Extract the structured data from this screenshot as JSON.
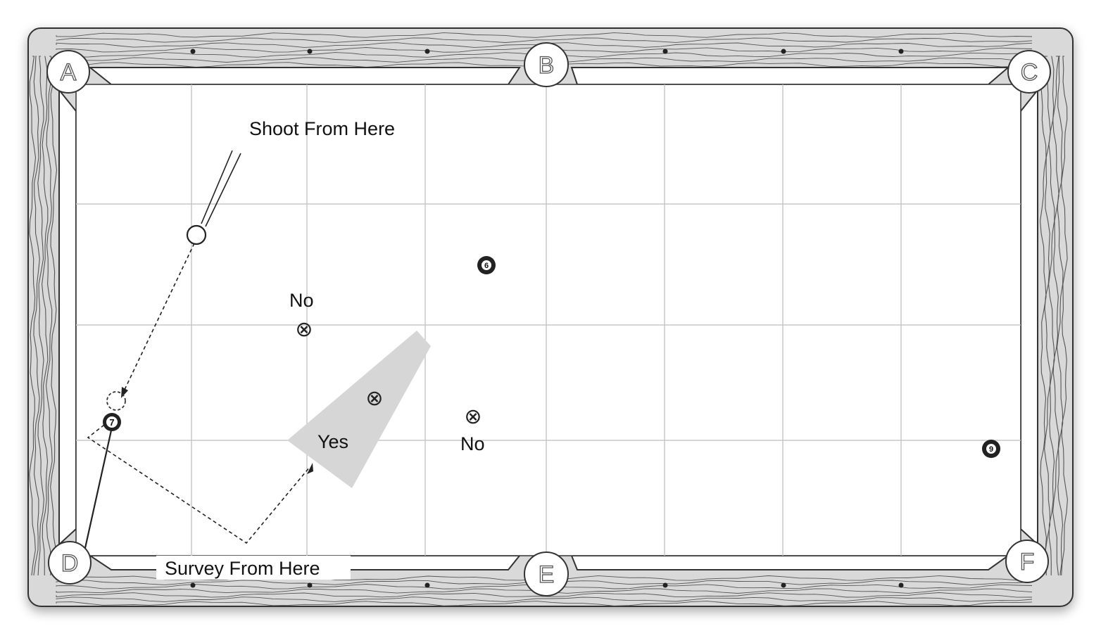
{
  "diagram": {
    "pockets": [
      "A",
      "B",
      "C",
      "D",
      "E",
      "F"
    ],
    "balls": [
      "6",
      "7",
      "9"
    ],
    "labels": {
      "shoot": "Shoot From Here",
      "survey": "Survey From Here",
      "yes": "Yes",
      "no_top": "No",
      "no_right": "No"
    },
    "target_marker": "⊗",
    "colors": {
      "rail_wood": "#d9d9d9",
      "wood_grain": "#555555",
      "cushion": "#ffffff",
      "felt": "#ffffff",
      "grid": "#c8c8c8",
      "outline": "#333333",
      "shot_zone": "#d6d6d6"
    }
  }
}
